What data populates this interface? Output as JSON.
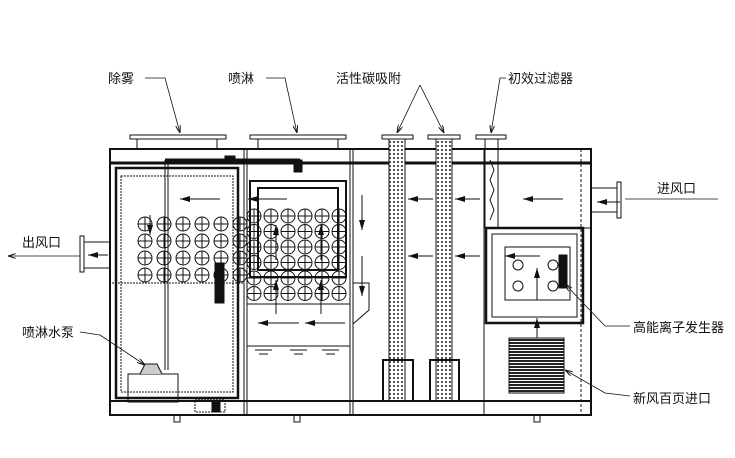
{
  "labels": {
    "demister": "除雾",
    "spray": "喷淋",
    "activated_carbon": "活性碳吸附",
    "primary_filter": "初效过滤器",
    "air_inlet": "进风口",
    "air_outlet": "出风口",
    "spray_pump": "喷淋水泵",
    "ion_generator": "高能离子发生器",
    "fresh_air_louvre": "新风百页进口"
  },
  "colors": {
    "line": "#111111"
  }
}
